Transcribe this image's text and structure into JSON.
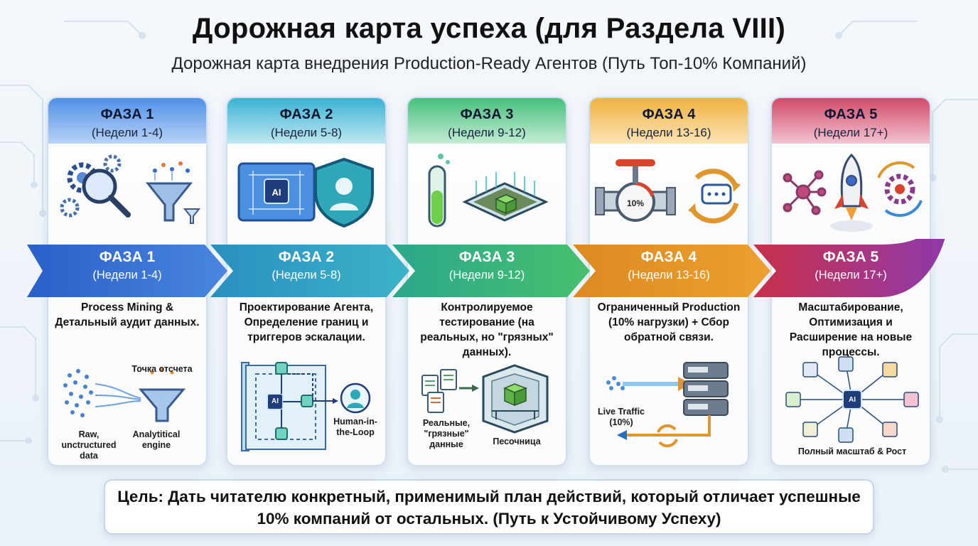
{
  "title": "Дорожная карта успеха (для Раздела VIII)",
  "subtitle": "Дорожная карта внедрения Production-Ready Агентов (Путь Топ-10% Компаний)",
  "phases": [
    {
      "label": "ФАЗА 1",
      "weeks": "(Недели 1-4)",
      "description": "Process Mining & Детальный аудит данных.",
      "art_labels": [
        "Точка отсчета",
        "Raw, unctructured data",
        "Analytitical engine"
      ],
      "color": "#2d6fd6"
    },
    {
      "label": "ФАЗА 2",
      "weeks": "(Недели 5-8)",
      "description": "Проектирование Агента, Определение границ и триггеров эскалации.",
      "art_labels": [
        "AI",
        "Human-in-the-Loop"
      ],
      "color": "#2a9fc4"
    },
    {
      "label": "ФАЗА 3",
      "weeks": "(Недели 9-12)",
      "description": "Контролируемое тестирование (на реальных, но \"грязных\" данных).",
      "art_labels": [
        "Реальные, \"грязные\" данные",
        "Песочница"
      ],
      "color": "#2ca86a"
    },
    {
      "label": "ФАЗА 4",
      "weeks": "(Недели 13-16)",
      "description": "Ограниченный Production (10% нагрузки) + Сбор обратной связи.",
      "art_labels": [
        "Live Traffic (10%)",
        "10%"
      ],
      "color": "#e29a2a"
    },
    {
      "label": "ФАЗА 5",
      "weeks": "(Недели 17+)",
      "description": "Масштабирование, Оптимизация и Расширение на новые процессы.",
      "art_labels": [
        "Полный масштаб & Рост",
        "AI"
      ],
      "color": "#c9365a"
    }
  ],
  "goal": "Цель: Дать читателю конкретный, применимый план действий, который отличает успешные 10% компаний от остальных. (Путь к Устойчивому Успеху)"
}
